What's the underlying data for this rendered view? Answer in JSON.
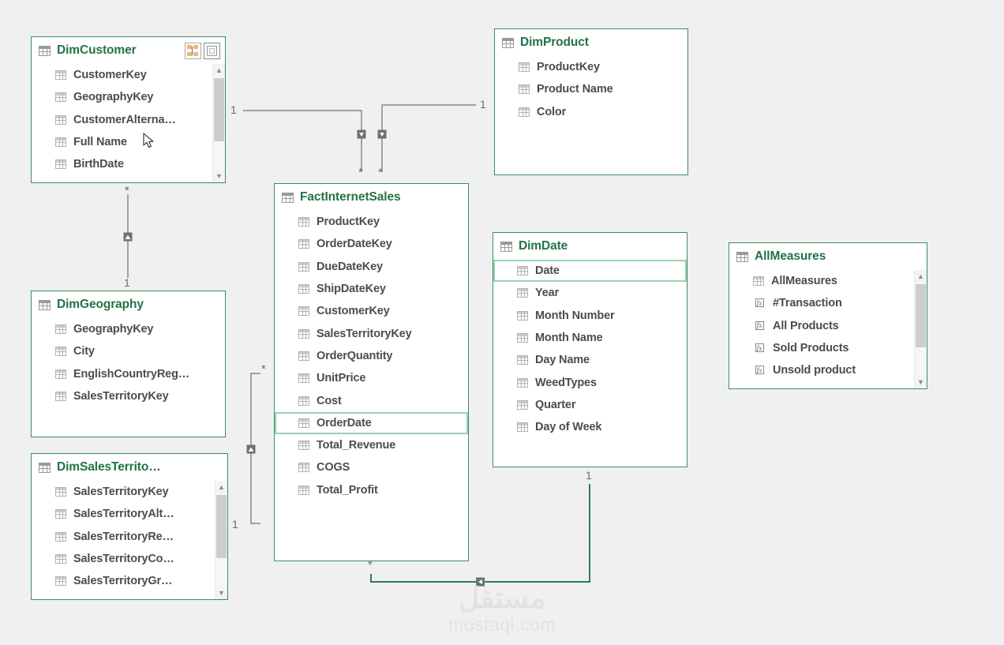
{
  "app": {
    "surface": "power-bi-model-view",
    "canvas_bg": "#f0f0f0",
    "accent_green": "#217346",
    "border_green": "#3f8b5e",
    "highlight_green": "#94d3b0",
    "field_text": "#4c4c4c"
  },
  "watermark": {
    "arabic": "مستقل",
    "latin": "mostaql.com"
  },
  "tables": [
    {
      "id": "dimcustomer",
      "name": "DimCustomer",
      "icon": "table-icon",
      "has_scrollbar": true,
      "header_buttons": [
        {
          "name": "expand-related-fields-icon",
          "label": ""
        },
        {
          "name": "maximize-table-icon",
          "label": ""
        }
      ],
      "fields": [
        {
          "label": "CustomerKey",
          "icon": "field-icon",
          "selected": false
        },
        {
          "label": "GeographyKey",
          "icon": "field-icon",
          "selected": false
        },
        {
          "label": "CustomerAlterna…",
          "icon": "field-icon",
          "selected": false
        },
        {
          "label": "Full Name",
          "icon": "field-icon",
          "selected": false
        },
        {
          "label": "BirthDate",
          "icon": "field-icon",
          "selected": false
        }
      ]
    },
    {
      "id": "dimproduct",
      "name": "DimProduct",
      "icon": "table-icon",
      "has_scrollbar": false,
      "header_buttons": [],
      "fields": [
        {
          "label": "ProductKey",
          "icon": "field-icon",
          "selected": false
        },
        {
          "label": "Product Name",
          "icon": "field-icon",
          "selected": false
        },
        {
          "label": "Color",
          "icon": "field-icon",
          "selected": false
        }
      ]
    },
    {
      "id": "factinternetsales",
      "name": "FactInternetSales",
      "icon": "table-icon",
      "has_scrollbar": false,
      "header_buttons": [],
      "fields": [
        {
          "label": "ProductKey",
          "icon": "field-icon",
          "selected": false
        },
        {
          "label": "OrderDateKey",
          "icon": "field-icon",
          "selected": false
        },
        {
          "label": "DueDateKey",
          "icon": "field-icon",
          "selected": false
        },
        {
          "label": "ShipDateKey",
          "icon": "field-icon",
          "selected": false
        },
        {
          "label": "CustomerKey",
          "icon": "field-icon",
          "selected": false
        },
        {
          "label": "SalesTerritoryKey",
          "icon": "field-icon",
          "selected": false
        },
        {
          "label": "OrderQuantity",
          "icon": "field-icon",
          "selected": false
        },
        {
          "label": "UnitPrice",
          "icon": "field-icon",
          "selected": false
        },
        {
          "label": "Cost",
          "icon": "field-icon",
          "selected": false
        },
        {
          "label": "OrderDate",
          "icon": "field-icon",
          "selected": true
        },
        {
          "label": "Total_Revenue",
          "icon": "field-icon",
          "selected": false
        },
        {
          "label": "COGS",
          "icon": "field-icon",
          "selected": false
        },
        {
          "label": "Total_Profit",
          "icon": "field-icon",
          "selected": false
        }
      ]
    },
    {
      "id": "dimdate",
      "name": "DimDate",
      "icon": "table-icon",
      "has_scrollbar": false,
      "header_buttons": [],
      "fields": [
        {
          "label": "Date",
          "icon": "field-icon",
          "selected": true
        },
        {
          "label": "Year",
          "icon": "field-icon",
          "selected": false
        },
        {
          "label": "Month Number",
          "icon": "field-icon",
          "selected": false
        },
        {
          "label": "Month Name",
          "icon": "field-icon",
          "selected": false
        },
        {
          "label": "Day Name",
          "icon": "field-icon",
          "selected": false
        },
        {
          "label": "WeedTypes",
          "icon": "field-icon",
          "selected": false
        },
        {
          "label": "Quarter",
          "icon": "field-icon",
          "selected": false
        },
        {
          "label": "Day of Week",
          "icon": "field-icon",
          "selected": false
        }
      ]
    },
    {
      "id": "allmeasures",
      "name": "AllMeasures",
      "icon": "table-icon",
      "has_scrollbar": true,
      "header_buttons": [],
      "fields": [
        {
          "label": "AllMeasures",
          "icon": "field-icon",
          "selected": false
        },
        {
          "label": "#Transaction",
          "icon": "measure-icon",
          "selected": false
        },
        {
          "label": "All Products",
          "icon": "measure-icon",
          "selected": false
        },
        {
          "label": "Sold Products",
          "icon": "measure-icon",
          "selected": false
        },
        {
          "label": "Unsold product",
          "icon": "measure-icon",
          "selected": false
        }
      ]
    },
    {
      "id": "dimgeography",
      "name": "DimGeography",
      "icon": "table-icon",
      "has_scrollbar": false,
      "header_buttons": [],
      "fields": [
        {
          "label": "GeographyKey",
          "icon": "field-icon",
          "selected": false
        },
        {
          "label": "City",
          "icon": "field-icon",
          "selected": false
        },
        {
          "label": "EnglishCountryReg…",
          "icon": "field-icon",
          "selected": false
        },
        {
          "label": "SalesTerritoryKey",
          "icon": "field-icon",
          "selected": false
        }
      ]
    },
    {
      "id": "dimsalesterritory",
      "name": "DimSalesTerrito…",
      "icon": "table-icon",
      "has_scrollbar": true,
      "header_buttons": [],
      "fields": [
        {
          "label": "SalesTerritoryKey",
          "icon": "field-icon",
          "selected": false
        },
        {
          "label": "SalesTerritoryAlt…",
          "icon": "field-icon",
          "selected": false
        },
        {
          "label": "SalesTerritoryRe…",
          "icon": "field-icon",
          "selected": false
        },
        {
          "label": "SalesTerritoryCo…",
          "icon": "field-icon",
          "selected": false
        },
        {
          "label": "SalesTerritoryGr…",
          "icon": "field-icon",
          "selected": false
        }
      ]
    }
  ],
  "relationships": [
    {
      "id": "cust-fact",
      "from": "DimCustomer",
      "to": "FactInternetSales",
      "from_card": "1",
      "to_card": "*",
      "active": false
    },
    {
      "id": "prod-fact",
      "from": "DimProduct",
      "to": "FactInternetSales",
      "from_card": "1",
      "to_card": "*",
      "active": false
    },
    {
      "id": "geo-cust",
      "from": "DimGeography",
      "to": "DimCustomer",
      "from_card": "1",
      "to_card": "*",
      "active": false
    },
    {
      "id": "terr-fact",
      "from": "DimSalesTerritory",
      "to": "FactInternetSales",
      "from_card": "1",
      "to_card": "*",
      "active": false
    },
    {
      "id": "date-fact",
      "from": "DimDate",
      "to": "FactInternetSales",
      "from_card": "1",
      "to_card": "*",
      "active": true
    }
  ],
  "cardinality_labels": {
    "one": "1",
    "many": "*"
  }
}
